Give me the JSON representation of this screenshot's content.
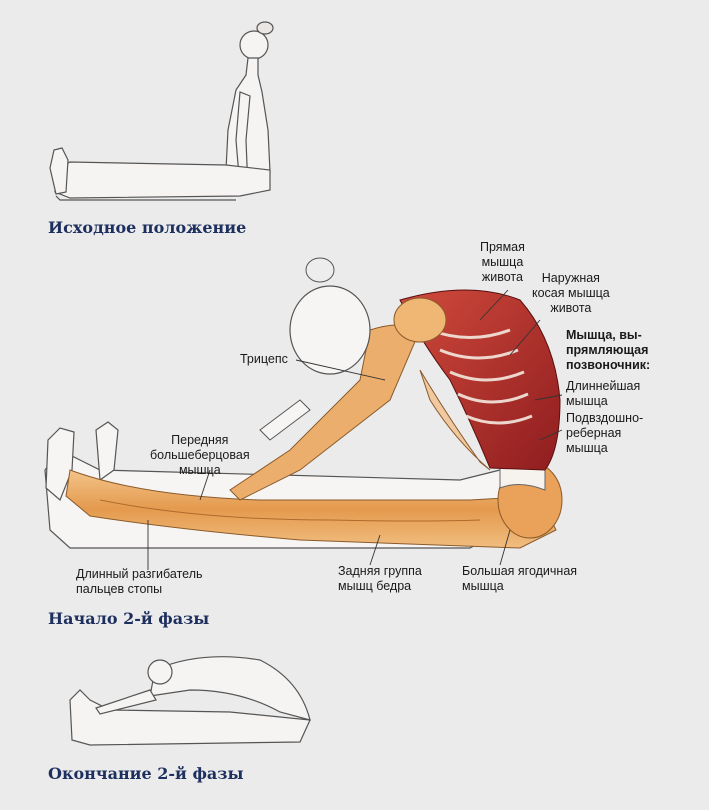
{
  "captions": {
    "start": "Исходное положение",
    "phase2_start": "Начало 2-й фазы",
    "phase2_end": "Окончание 2-й фазы"
  },
  "muscle_labels": {
    "rectus_abdominis": [
      "Прямая",
      "мышца",
      "живота"
    ],
    "external_oblique": [
      "Наружная",
      "косая мышца",
      "живота"
    ],
    "erector_spinae_header": [
      "Мышца, вы-",
      "прямляющая",
      "позвоночник:"
    ],
    "longissimus": [
      "Длиннейшая",
      "мышца"
    ],
    "iliocostalis": [
      "Подвздошно-",
      "реберная",
      "мышца"
    ],
    "triceps": [
      "Трицепс"
    ],
    "tibialis_anterior": [
      "Передняя",
      "большеберцовая",
      "мышца"
    ],
    "extensor_digitorum_longus": [
      "Длинный разгибатель",
      "пальцев стопы"
    ],
    "hamstrings": [
      "Задняя группа",
      "мышц бедра"
    ],
    "gluteus_maximus": [
      "Большая ягодичная",
      "мышца"
    ]
  },
  "colors": {
    "background": "#ebebeb",
    "caption": "#1d2f5e",
    "muscle_orange": "#e8a35a",
    "muscle_red": "#b5292b",
    "outline": "#3a3a3a"
  }
}
